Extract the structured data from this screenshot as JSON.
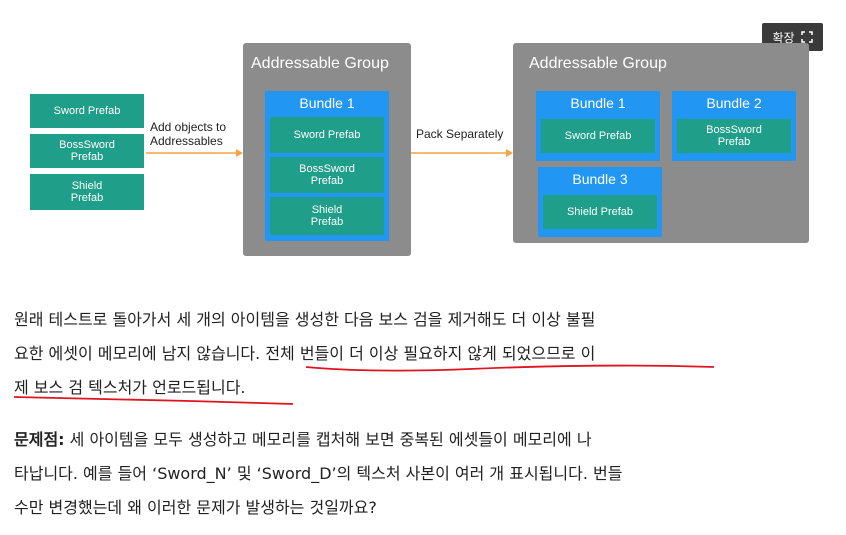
{
  "expand_button": {
    "label": "확장"
  },
  "diagram": {
    "source_prefabs": [
      "Sword Prefab",
      "BossSword\nPrefab",
      "Shield\nPrefab"
    ],
    "arrow1_label": "Add objects to\nAddressables",
    "arrow2_label": "Pack Separately",
    "group1": {
      "title": "Addressable Group",
      "bundle": {
        "title": "Bundle 1",
        "prefabs": [
          "Sword Prefab",
          "BossSword\nPrefab",
          "Shield\nPrefab"
        ]
      }
    },
    "group2": {
      "title": "Addressable Group",
      "bundles": [
        {
          "title": "Bundle 1",
          "prefab": "Sword Prefab"
        },
        {
          "title": "Bundle 2",
          "prefab": "BossSword\nPrefab"
        },
        {
          "title": "Bundle 3",
          "prefab": "Shield Prefab"
        }
      ]
    },
    "colors": {
      "group": "#8c8c8c",
      "bundle": "#2196f3",
      "prefab": "#1f9e8a",
      "arrow": "#f5a342"
    }
  },
  "paragraph1": {
    "line1": "원래 테스트로 돌아가서 세 개의 아이템을 생성한 다음 보스 검을 제거해도 더 이상 불필",
    "line2": "요한 에셋이 메모리에 남지 않습니다. 전체 번들이 더 이상 필요하지 않게 되었으므로 이",
    "line3": "제 보스 검 텍스처가 언로드됩니다."
  },
  "paragraph2": {
    "bold": "문제점:",
    "line1_rest": " 세 아이템을 모두 생성하고 메모리를 캡처해 보면 중복된 에셋들이 메모리에 나",
    "line2": "타납니다. 예를 들어 ‘Sword_N’ 및 ‘Sword_D’의 텍스처 사본이 여러 개 표시됩니다. 번들",
    "line3": "수만 변경했는데 왜 이러한 문제가 발생하는 것일까요?"
  },
  "annotation_color": "#e0141e"
}
